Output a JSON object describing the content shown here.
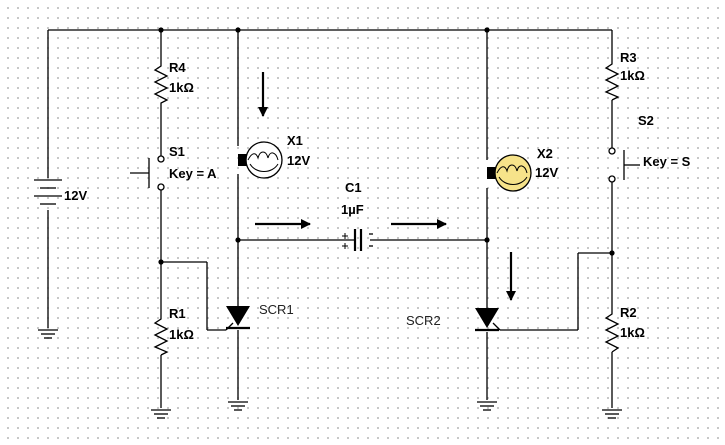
{
  "schematic": {
    "battery": {
      "value": "12V"
    },
    "r4": {
      "ref": "R4",
      "value": "1kΩ"
    },
    "r3": {
      "ref": "R3",
      "value": "1kΩ"
    },
    "r1": {
      "ref": "R1",
      "value": "1kΩ"
    },
    "r2": {
      "ref": "R2",
      "value": "1kΩ"
    },
    "s1": {
      "ref": "S1",
      "key": "Key = A"
    },
    "s2": {
      "ref": "S2",
      "key": "Key = S"
    },
    "x1": {
      "ref": "X1",
      "value": "12V",
      "state": "off"
    },
    "x2": {
      "ref": "X2",
      "value": "12V",
      "state": "on"
    },
    "c1": {
      "ref": "C1",
      "value": "1µF"
    },
    "scr1": {
      "ref": "SCR1"
    },
    "scr2": {
      "ref": "SCR2"
    },
    "colors": {
      "wire": "#000000",
      "lamp_on": "#f6e38a",
      "lamp_off": "#ffffff",
      "grid_dot": "#b9b9b9"
    }
  }
}
